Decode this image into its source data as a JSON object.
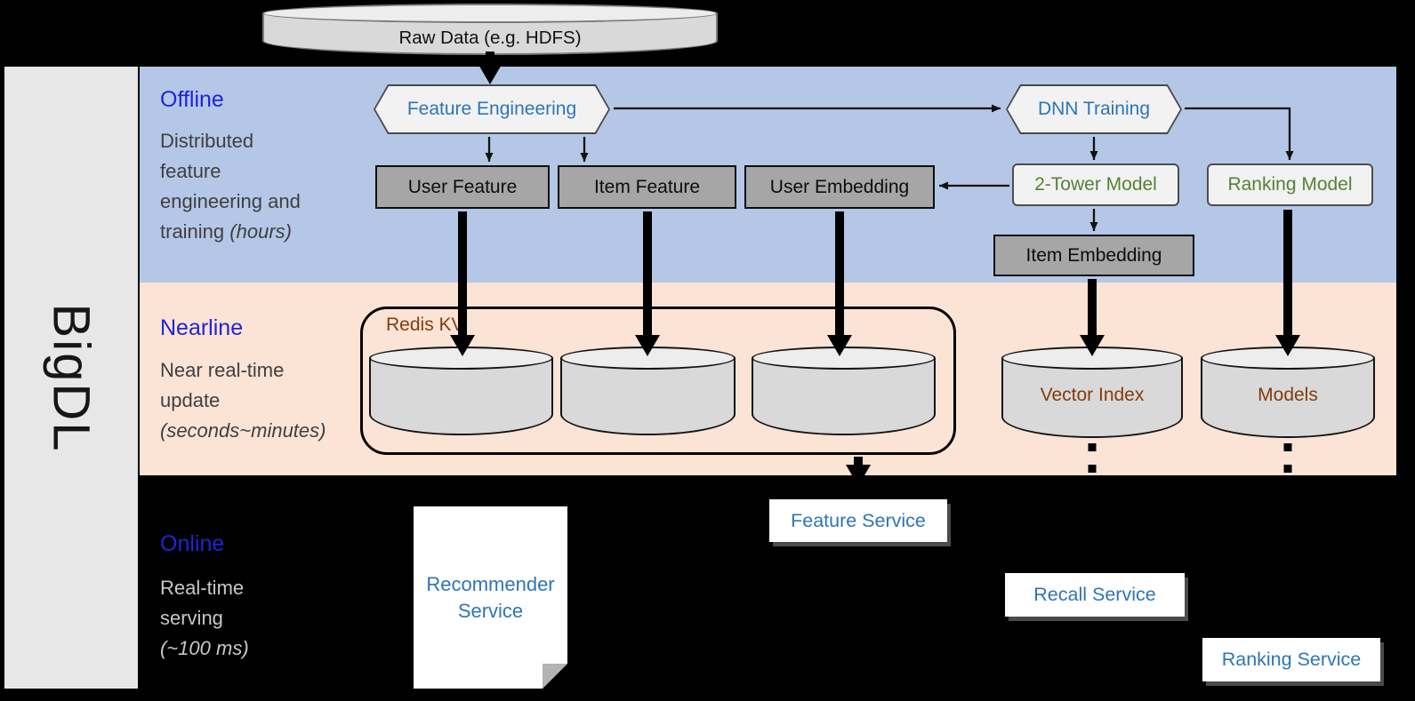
{
  "colors": {
    "band-label-blue": "#2323D3",
    "node-blue": "#2E75B6",
    "model-green": "#548235",
    "store-brown": "#843C0C",
    "offline-band": "#B4C7E7",
    "nearline-band": "#FBE3D6",
    "dark-box": "#A6A6A6",
    "light-box": "#F2F2F2",
    "cylinder-fill": "#D9D9D9",
    "cylinder-top": "#EDEDED",
    "sidebar-gray": "#E8E7E7",
    "desc-gray": "#3F3F3F",
    "online-desc-gray": "#C9C7C7"
  },
  "sidebar": {
    "brand": "BigDL"
  },
  "source": {
    "label": "Raw Data (e.g. HDFS)"
  },
  "offline": {
    "label": "Offline",
    "desc_line1": "Distributed",
    "desc_line2": "feature",
    "desc_line3": "engineering and",
    "desc_line4_plain": "training ",
    "desc_line4_italic": "(hours)",
    "nodes": {
      "feature_engineering": "Feature Engineering",
      "dnn_training": "DNN Training",
      "user_feature": "User Feature",
      "item_feature": "Item Feature",
      "user_embedding": "User Embedding",
      "two_tower_model": "2-Tower Model",
      "ranking_model": "Ranking Model",
      "item_embedding": "Item Embedding"
    }
  },
  "nearline": {
    "label": "Nearline",
    "desc_line1": "Near real-time",
    "desc_line2": "update",
    "desc_line3_italic": "(seconds~minutes)",
    "redis_label": "Redis KV",
    "stores": {
      "vector_index": "Vector Index",
      "models": "Models"
    }
  },
  "online": {
    "label": "Online",
    "desc_line1": "Real-time",
    "desc_line2": "serving",
    "desc_line3_italic": "(~100 ms)",
    "services": {
      "recommender": "Recommender Service",
      "feature": "Feature Service",
      "recall": "Recall Service",
      "ranking": "Ranking Service"
    }
  }
}
